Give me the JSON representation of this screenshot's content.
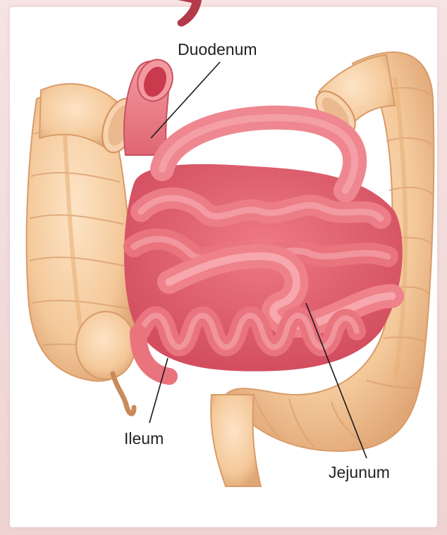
{
  "diagram": {
    "labels": {
      "duodenum": "Duodenum",
      "ileum": "Ileum",
      "jejunum": "Jejunum"
    },
    "colors": {
      "colon_fill": "#f4c99a",
      "colon_shadow": "#e2a878",
      "small_intestine": "#ee7f86",
      "small_intestine_dark": "#d9596a",
      "lumen": "#c93a4c",
      "header_fragment": "#b23a49"
    }
  }
}
